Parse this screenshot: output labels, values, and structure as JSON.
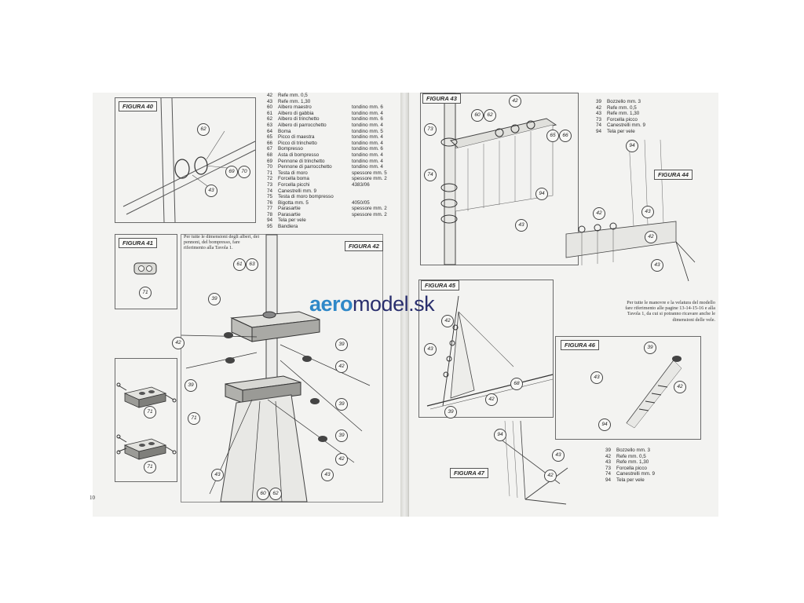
{
  "page_number": "10",
  "watermark": {
    "part1": "aero",
    "part2": "model",
    "part3": ".sk"
  },
  "figures": {
    "f40": "FIGURA 40",
    "f41": "FIGURA 41",
    "f42": "FIGURA 42",
    "f43": "FIGURA 43",
    "f44": "FIGURA 44",
    "f45": "FIGURA 45",
    "f46": "FIGURA 46",
    "f47": "FIGURA 47"
  },
  "callouts": {
    "f40": [
      "62",
      "69",
      "70",
      "43"
    ],
    "f41": [
      "71"
    ],
    "f41b": [
      "71",
      "71"
    ],
    "f42": [
      "61",
      "63",
      "39",
      "42",
      "39",
      "39",
      "39",
      "42",
      "71",
      "39",
      "42",
      "43",
      "43",
      "60",
      "62"
    ],
    "f43": [
      "42",
      "60",
      "62",
      "73",
      "65",
      "66",
      "74",
      "94",
      "43"
    ],
    "f44": [
      "94",
      "42",
      "43",
      "42",
      "43"
    ],
    "f45": [
      "42",
      "43",
      "68",
      "39",
      "42"
    ],
    "f46": [
      "39",
      "42",
      "43",
      "94"
    ],
    "f47": [
      "94",
      "43",
      "42"
    ]
  },
  "left_parts": [
    [
      "42",
      "Refe mm. 0,5",
      ""
    ],
    [
      "43",
      "Refe mm. 1,30",
      ""
    ],
    [
      "60",
      "Albero maestro",
      "tondino mm. 6"
    ],
    [
      "61",
      "Albero di gabbia",
      "tondino mm. 4"
    ],
    [
      "62",
      "Albero di trinchetto",
      "tondino mm. 6"
    ],
    [
      "63",
      "Albero di parrocchetto",
      "tondino mm. 4"
    ],
    [
      "64",
      "Boma",
      "tondino mm. 5"
    ],
    [
      "65",
      "Picco di maestra",
      "tondino mm. 4"
    ],
    [
      "66",
      "Picco di trinchetto",
      "tondino mm. 4"
    ],
    [
      "67",
      "Bompresso",
      "tondino mm. 6"
    ],
    [
      "68",
      "Asta di bompresso",
      "tondino mm. 4"
    ],
    [
      "69",
      "Pennone di trinchetto",
      "tondino mm. 4"
    ],
    [
      "70",
      "Pennone di parrocchetto",
      "tondino mm. 4"
    ],
    [
      "71",
      "Testa di moro",
      "spessore mm. 5"
    ],
    [
      "72",
      "Forcella boma",
      "spessore mm. 2"
    ],
    [
      "73",
      "Forcella picchi",
      "4383/06"
    ],
    [
      "74",
      "Canestrelli mm. 9",
      ""
    ],
    [
      "75",
      "Testa di moro bompresso",
      ""
    ],
    [
      "76",
      "Bigotta mm. 5",
      "4050/05"
    ],
    [
      "77",
      "Parasartie",
      "spessore mm. 2"
    ],
    [
      "78",
      "Parasartie",
      "spessore mm. 2"
    ],
    [
      "94",
      "Tela per vele",
      ""
    ],
    [
      "95",
      "Bandiera",
      ""
    ]
  ],
  "right_parts_top": [
    [
      "39",
      "Bozzello mm. 3"
    ],
    [
      "42",
      "Refe mm. 0,5"
    ],
    [
      "43",
      "Refe mm. 1,30"
    ],
    [
      "73",
      "Forcella picco"
    ],
    [
      "74",
      "Canestrelli mm. 9"
    ],
    [
      "94",
      "Tela per vele"
    ]
  ],
  "right_parts_bottom": [
    [
      "39",
      "Bozzello mm. 3"
    ],
    [
      "42",
      "Refe mm. 0,5"
    ],
    [
      "43",
      "Refe mm. 1,30"
    ],
    [
      "73",
      "Forcella picco"
    ],
    [
      "74",
      "Canestrelli mm. 9"
    ],
    [
      "94",
      "Tela per vele"
    ]
  ],
  "notes": {
    "left": "Per tutte le dimensioni degli alberi, dei pennoni, del bompresso, fare riferimento alla Tavola 1.",
    "right": "Per tutte le manovre e la velatura del modello fare riferimento alle pagine 13-14-15-16 e alla Tavola 1, da cui si potranno ricavare anche le dimensioni delle vele."
  }
}
